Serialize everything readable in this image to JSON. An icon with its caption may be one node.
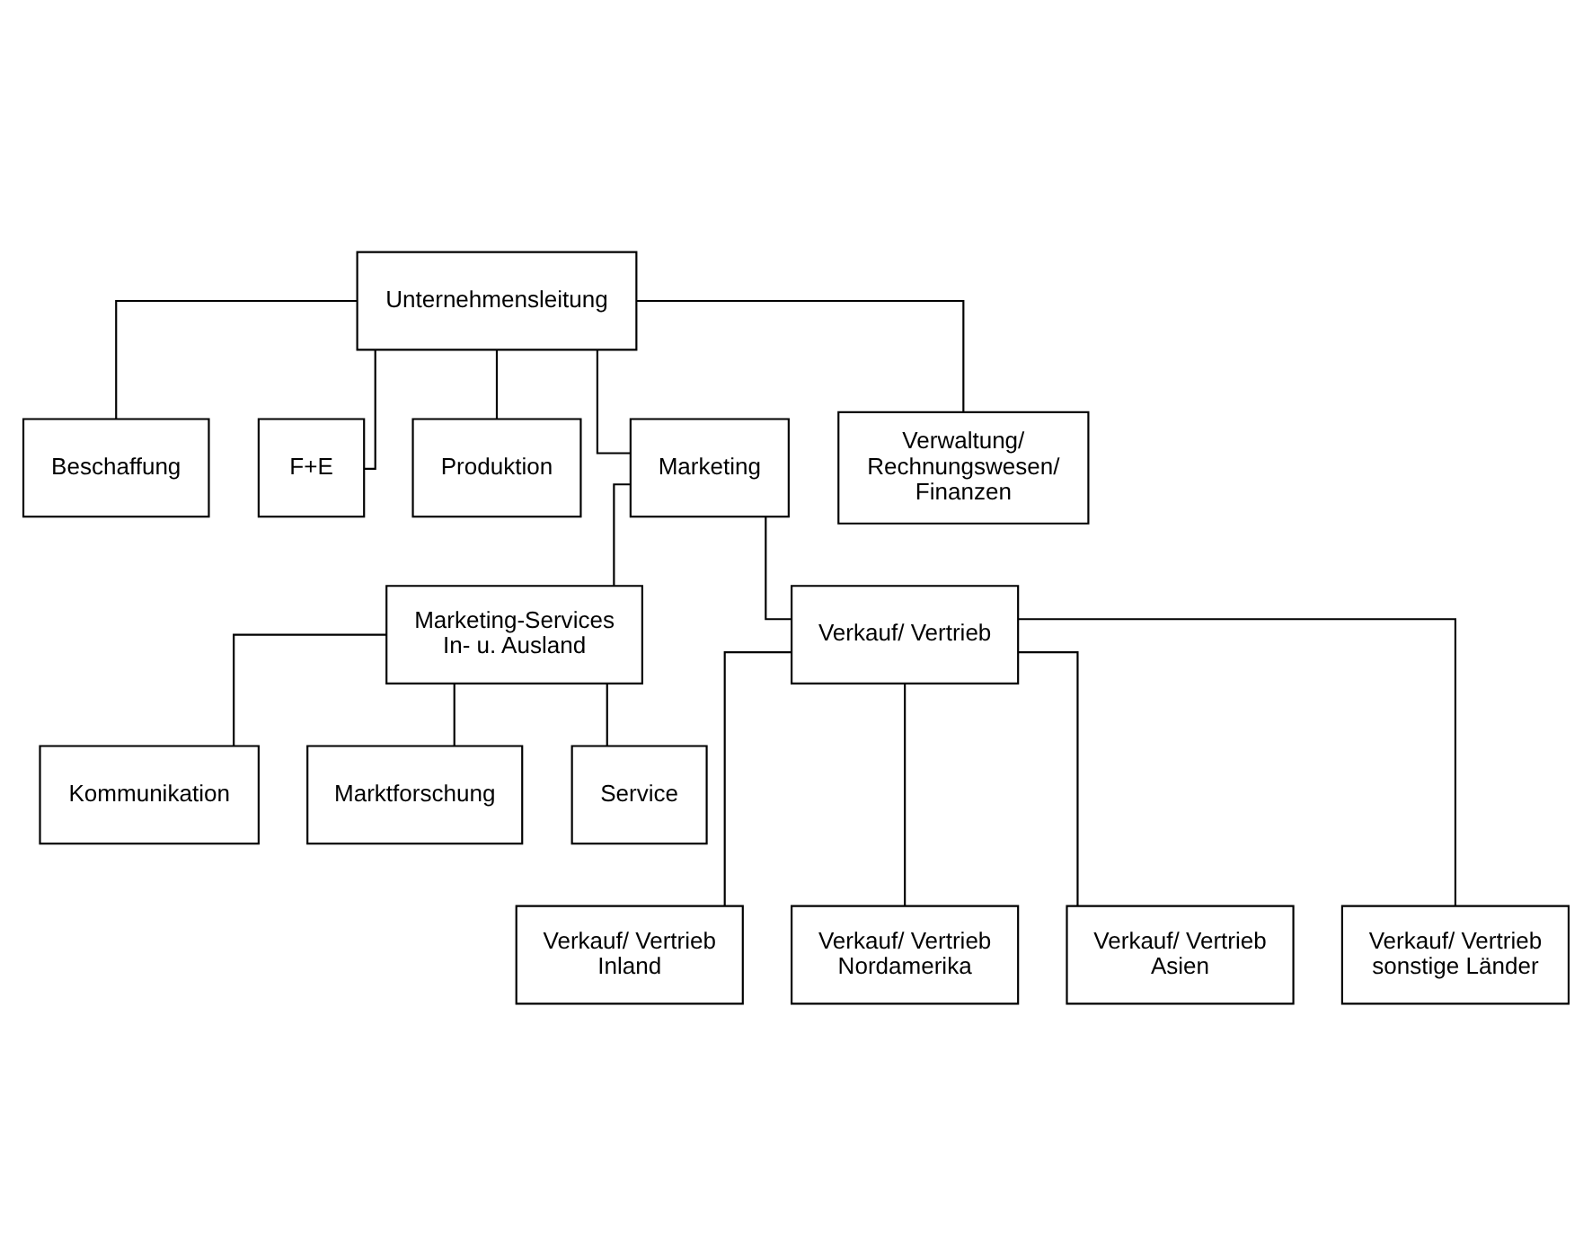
{
  "diagram": {
    "nodes": [
      {
        "text": [
          "Unternehmensleitung"
        ]
      },
      {
        "text": [
          "Beschaffung"
        ]
      },
      {
        "text": [
          "F+E"
        ]
      },
      {
        "text": [
          "Produktion"
        ]
      },
      {
        "text": [
          "Marketing"
        ]
      },
      {
        "text": [
          "Verwaltung/ Rechnungswesen/ Finanzen"
        ]
      },
      {
        "text": [
          "Marketing-Services In- u. Ausland"
        ]
      },
      {
        "text": [
          "Verkauf/ Vertrieb"
        ]
      },
      {
        "text": [
          "Kommunikation"
        ]
      },
      {
        "text": [
          "Marktforschung"
        ]
      },
      {
        "text": [
          "Service"
        ]
      },
      {
        "text": [
          "Verkauf/ Vertrieb Inland"
        ]
      },
      {
        "text": [
          "Verkauf/ Vertrieb Nordamerika"
        ]
      },
      {
        "text": [
          "Verkauf/ Vertrieb Asien"
        ]
      },
      {
        "text": [
          "Verkauf/ Vertrieb sonstige Länder"
        ]
      }
    ],
    "edges": [
      {
        "from": 0,
        "to": 1,
        "arrow": "none"
      },
      {
        "from": 0,
        "to": 2,
        "arrow": "none"
      },
      {
        "from": 0,
        "to": 3,
        "arrow": "none"
      },
      {
        "from": 0,
        "to": 4,
        "arrow": "none"
      },
      {
        "from": 0,
        "to": 5,
        "arrow": "none"
      },
      {
        "from": 4,
        "to": 6,
        "arrow": "none"
      },
      {
        "from": 4,
        "to": 7,
        "arrow": "none"
      },
      {
        "from": 6,
        "to": 8,
        "arrow": "none"
      },
      {
        "from": 6,
        "to": 9,
        "arrow": "none"
      },
      {
        "from": 6,
        "to": 10,
        "arrow": "none"
      },
      {
        "from": 7,
        "to": 11,
        "arrow": "none"
      },
      {
        "from": 7,
        "to": 12,
        "arrow": "none"
      },
      {
        "from": 7,
        "to": 13,
        "arrow": "none"
      },
      {
        "from": 7,
        "to": 14,
        "arrow": "none"
      }
    ]
  }
}
